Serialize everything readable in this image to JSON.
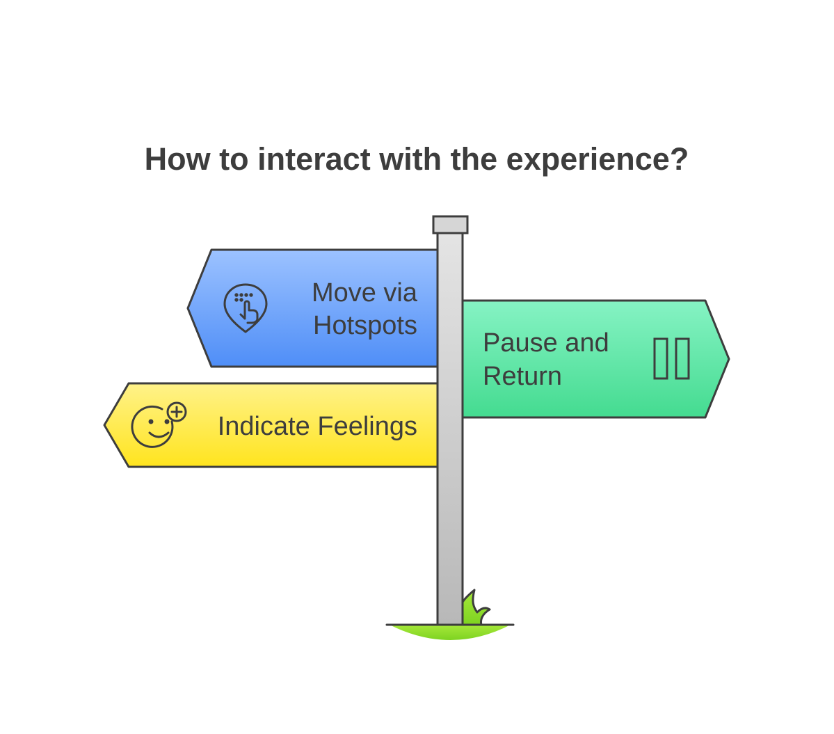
{
  "diagram": {
    "title": "How to interact with the experience?",
    "signs": [
      {
        "lines": [
          "Move via",
          "Hotspots"
        ],
        "icon": "touch-hotspot-icon",
        "color_top": "#9CC2FF",
        "color_bottom": "#4F8EF7",
        "direction": "left"
      },
      {
        "lines": [
          "Pause and",
          "Return"
        ],
        "icon": "pause-icon",
        "color_top": "#86F3C4",
        "color_bottom": "#44DB90",
        "direction": "right"
      },
      {
        "lines": [
          "Indicate Feelings"
        ],
        "icon": "smiley-plus-icon",
        "color_top": "#FFF28A",
        "color_bottom": "#FFE41E",
        "direction": "left"
      }
    ],
    "colors": {
      "outline": "#3d3d3d",
      "post_light": "#e4e4e4",
      "post_dark": "#b8b8b8",
      "grass": "#7ED321",
      "grass_light": "#A6E83A"
    }
  }
}
